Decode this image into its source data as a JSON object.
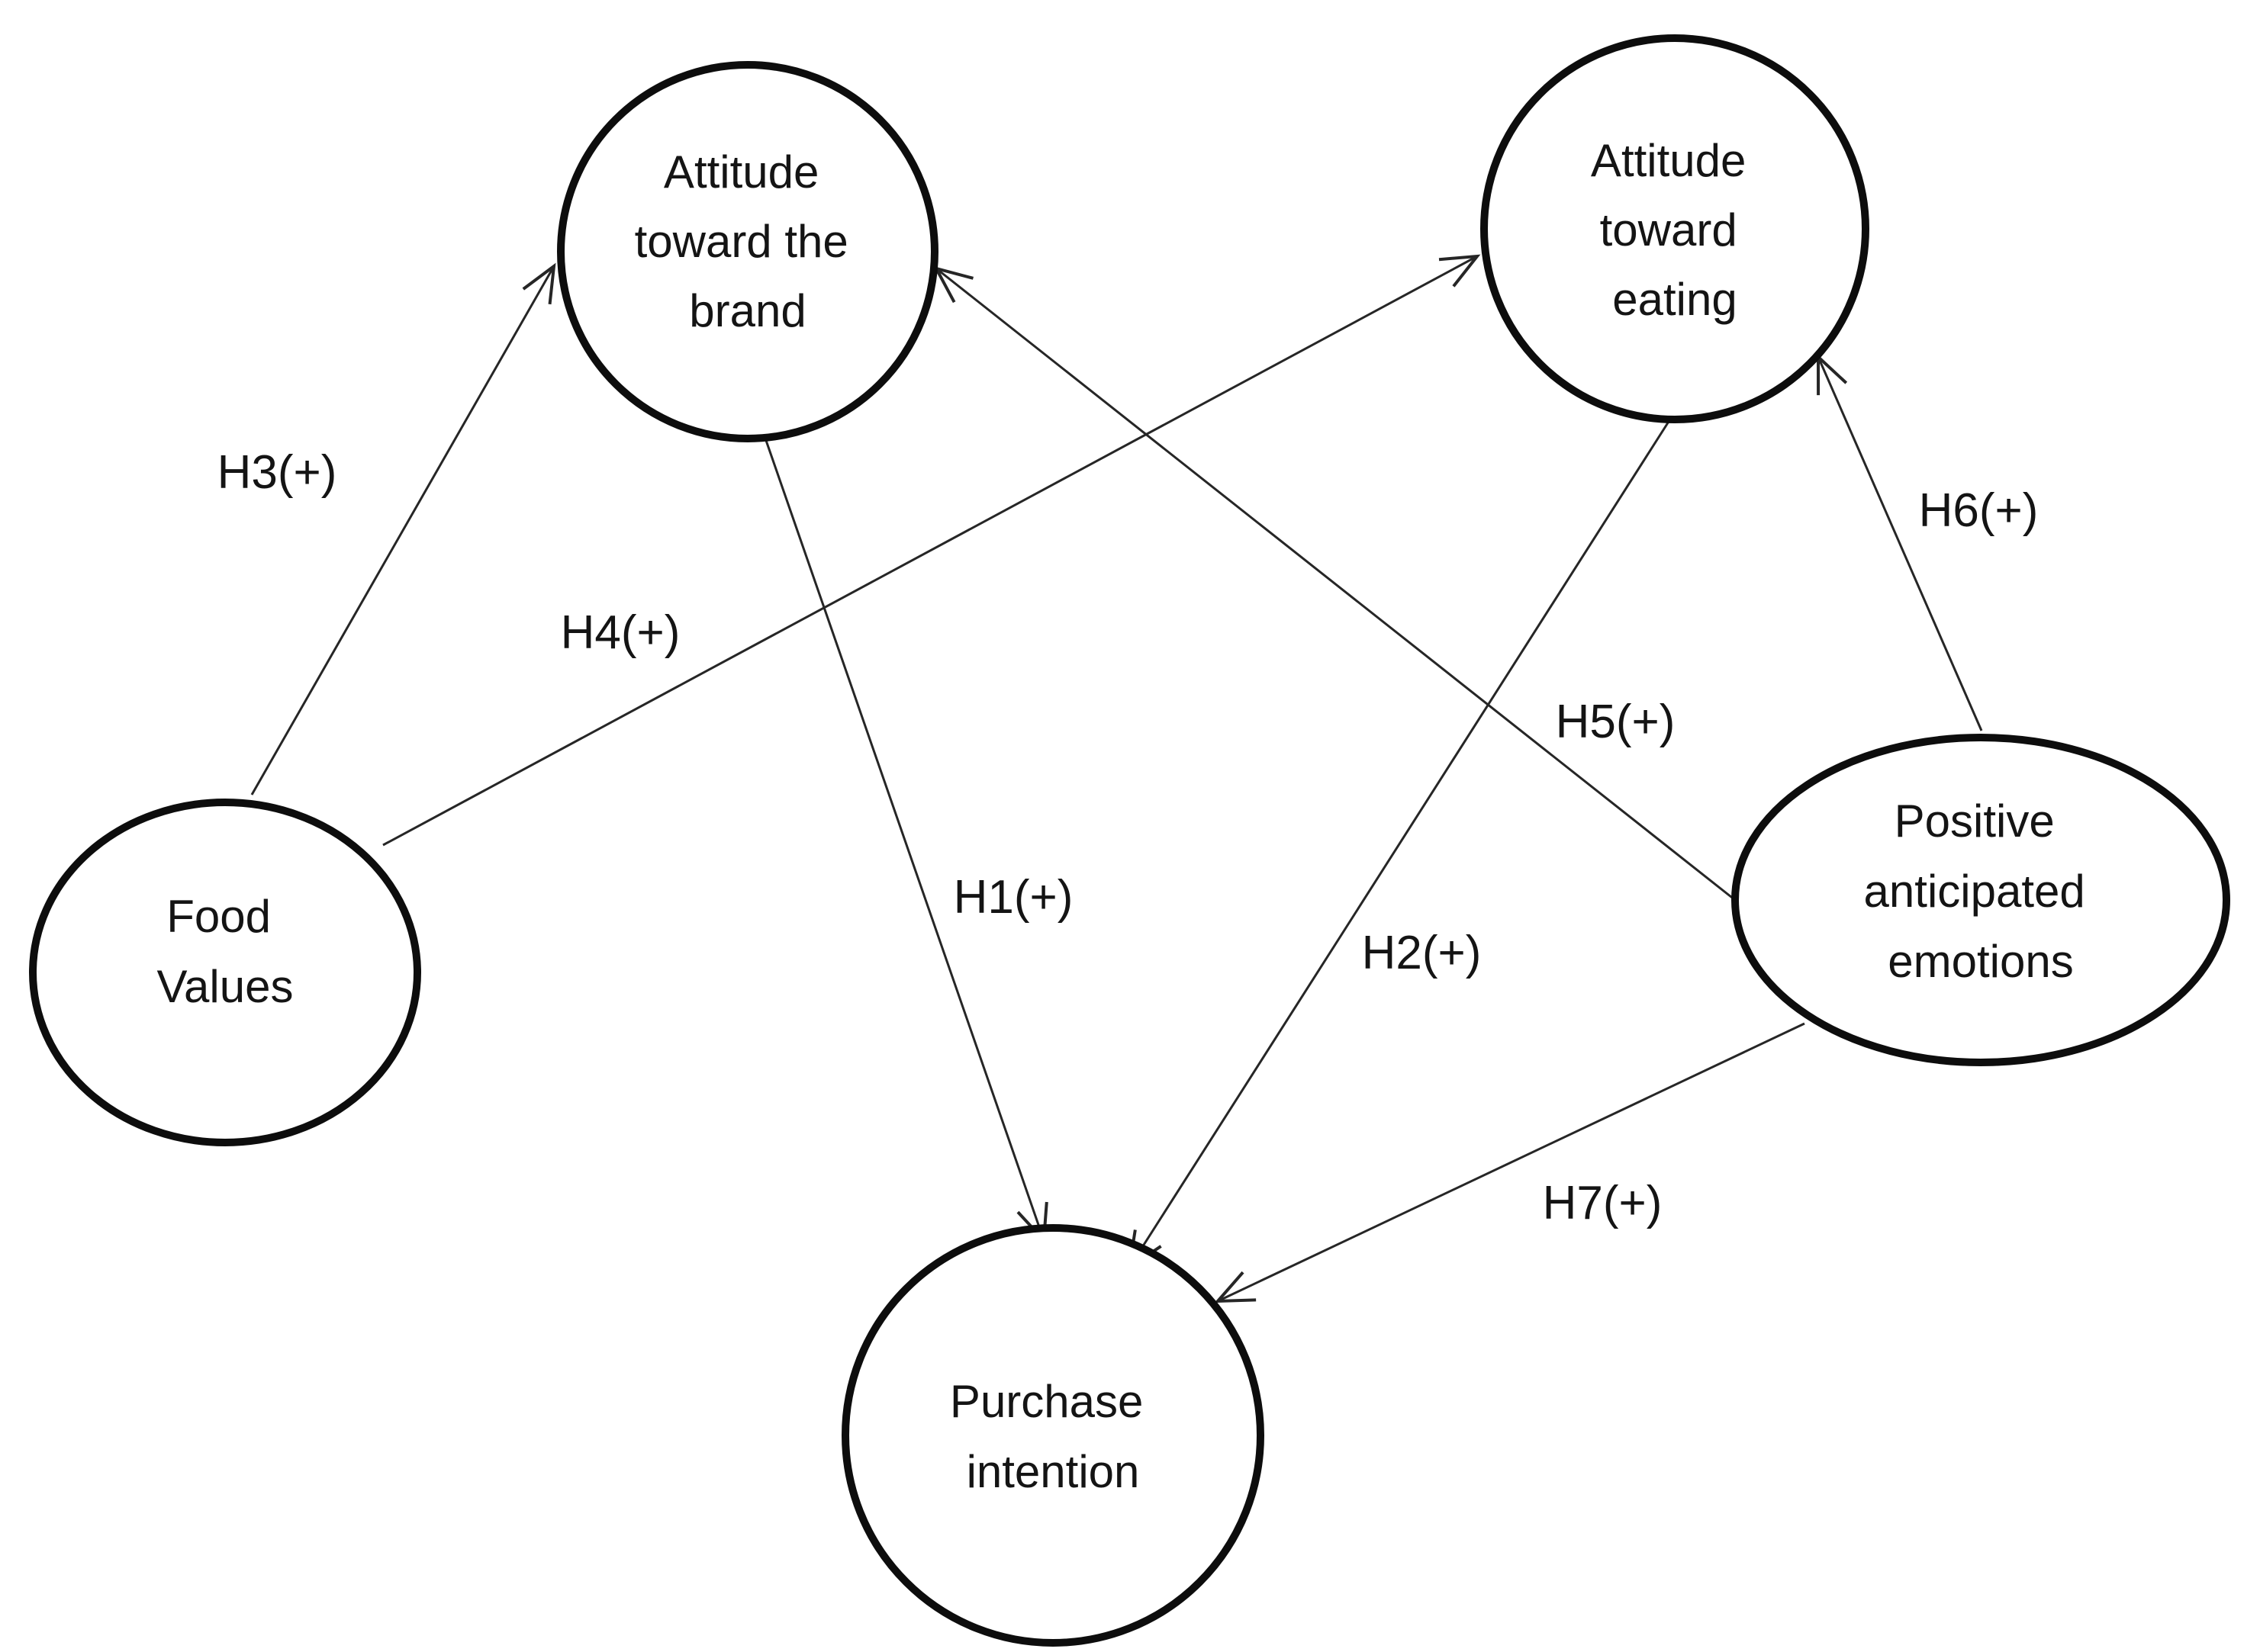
{
  "diagram": {
    "type": "path-model",
    "background_color": "#ffffff",
    "line_color": "#1a1a1a",
    "text_color": "#141414",
    "nodes": [
      {
        "id": "attitude-toward-the-brand",
        "shape": "circle",
        "lines": [
          "Attitude",
          "toward the",
          "brand"
        ]
      },
      {
        "id": "attitude-toward-eating",
        "shape": "circle",
        "lines": [
          "Attitude",
          "toward",
          "eating"
        ]
      },
      {
        "id": "food-values",
        "shape": "ellipse",
        "lines": [
          "Food",
          "Values"
        ]
      },
      {
        "id": "positive-anticipated-emotions",
        "shape": "ellipse",
        "lines": [
          "Positive",
          "anticipated",
          "emotions"
        ]
      },
      {
        "id": "purchase-intention",
        "shape": "circle",
        "lines": [
          "Purchase",
          "intention"
        ]
      }
    ],
    "edges": [
      {
        "id": "H1",
        "label": "H1(+)",
        "from": "attitude-toward-the-brand",
        "to": "purchase-intention"
      },
      {
        "id": "H2",
        "label": "H2(+)",
        "from": "attitude-toward-eating",
        "to": "purchase-intention"
      },
      {
        "id": "H3",
        "label": "H3(+)",
        "from": "food-values",
        "to": "attitude-toward-the-brand"
      },
      {
        "id": "H4",
        "label": "H4(+)",
        "from": "food-values",
        "to": "attitude-toward-eating"
      },
      {
        "id": "H5",
        "label": "H5(+)",
        "from": "positive-anticipated-emotions",
        "to": "attitude-toward-the-brand"
      },
      {
        "id": "H6",
        "label": "H6(+)",
        "from": "positive-anticipated-emotions",
        "to": "attitude-toward-eating"
      },
      {
        "id": "H7",
        "label": "H7(+)",
        "from": "positive-anticipated-emotions",
        "to": "purchase-intention"
      }
    ]
  }
}
